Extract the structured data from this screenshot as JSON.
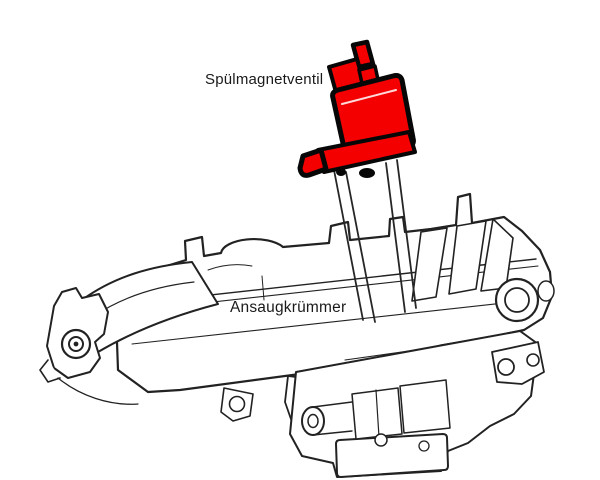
{
  "diagram": {
    "type": "engine-technical-illustration",
    "labels": {
      "solenoid_valve": "Spülmagnetventil",
      "intake_manifold": "Ansaugkrümmer"
    },
    "colors": {
      "highlight_red": "#f40000",
      "line": "#222222",
      "background": "#ffffff"
    }
  }
}
